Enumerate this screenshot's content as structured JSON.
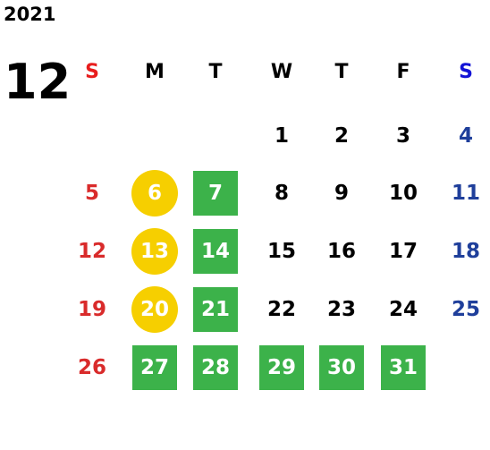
{
  "calendar": {
    "year": "2021",
    "month": "12",
    "weekdays": [
      "S",
      "M",
      "T",
      "W",
      "T",
      "F",
      "S"
    ],
    "weeks": [
      [
        "",
        "",
        "",
        "1",
        "2",
        "3",
        "4"
      ],
      [
        "5",
        "6",
        "7",
        "8",
        "9",
        "10",
        "11"
      ],
      [
        "12",
        "13",
        "14",
        "15",
        "16",
        "17",
        "18"
      ],
      [
        "19",
        "20",
        "21",
        "22",
        "23",
        "24",
        "25"
      ],
      [
        "26",
        "27",
        "28",
        "29",
        "30",
        "31",
        ""
      ]
    ],
    "highlight_circle_days": [
      "6",
      "13",
      "20"
    ],
    "highlight_square_days": [
      "7",
      "14",
      "21",
      "27",
      "28",
      "29",
      "30",
      "31"
    ]
  },
  "colors": {
    "sunday": "#d92b2b",
    "saturday": "#1f3f9b",
    "circle_highlight": "#f6cf00",
    "square_highlight": "#3cb24a"
  }
}
